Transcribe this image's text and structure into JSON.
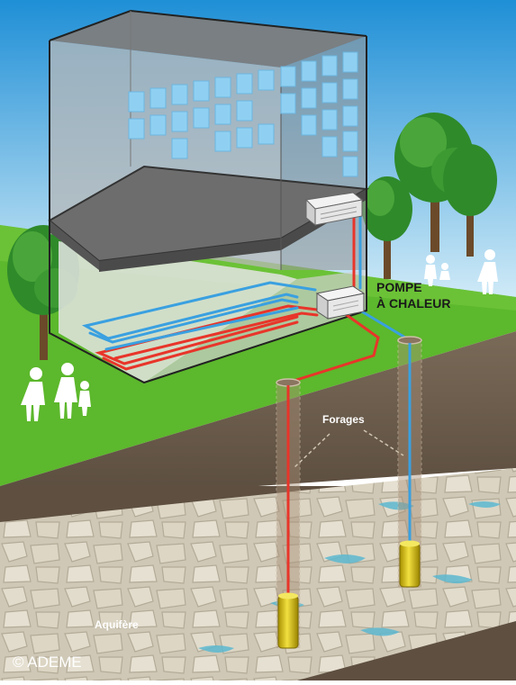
{
  "labels": {
    "pump_line1": "POMPE",
    "pump_line2": "À CHALEUR",
    "drillings": "Forages",
    "aquifer": "Aquifère",
    "credit": "© ADEME"
  },
  "colors": {
    "sky_top": "#1f8fd6",
    "sky_bottom": "#cfeaf7",
    "grass": "#5cb82c",
    "soil": "#6e5d4c",
    "rock": "#d8d2c2",
    "pipe_hot": "#e8352a",
    "pipe_cold": "#3aa0e0",
    "probe": "#d8c010",
    "window": "#8fd0f2",
    "water": "#5cb8d0"
  },
  "icons": [
    "tree-icon",
    "person-silhouette-icon",
    "heat-pump-unit-icon",
    "air-conditioner-icon",
    "geothermal-probe-icon"
  ]
}
